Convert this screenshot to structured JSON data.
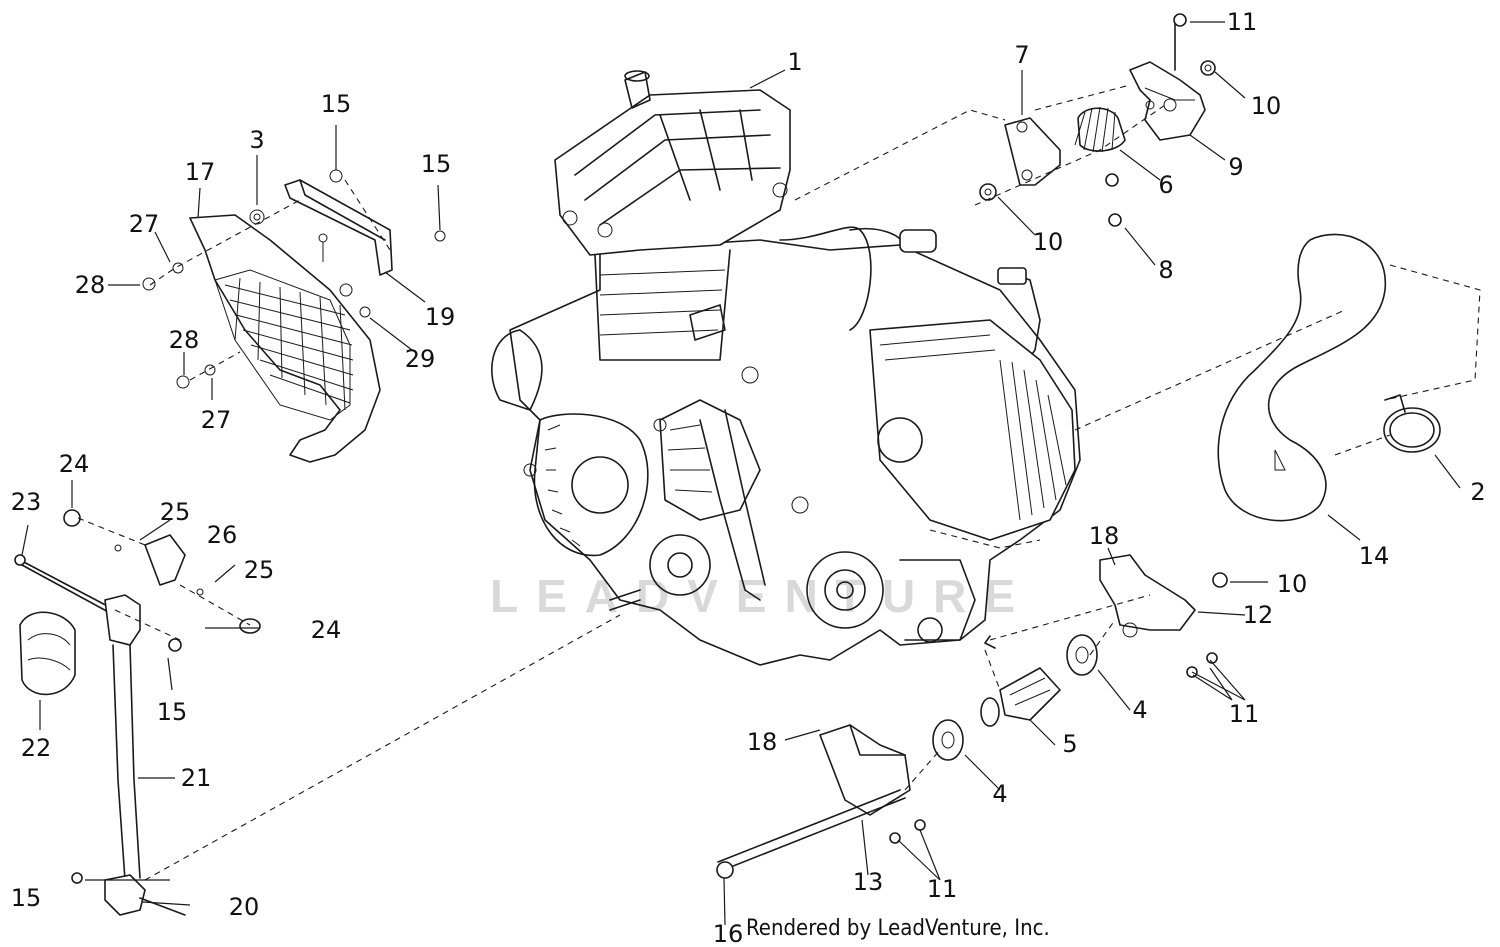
{
  "callouts": [
    "1",
    "2",
    "3",
    "4",
    "5",
    "6",
    "7",
    "8",
    "9",
    "10",
    "11",
    "12",
    "13",
    "14",
    "15",
    "16",
    "17",
    "18",
    "19",
    "20",
    "21",
    "22",
    "23",
    "24",
    "25",
    "26",
    "27",
    "28",
    "29"
  ],
  "watermark": "LEADVENTURE",
  "credit": "Rendered by LeadVenture, Inc.",
  "colors": {
    "ink": "#1a1a1a",
    "background": "#ffffff",
    "watermark": "#d9d9d9"
  }
}
